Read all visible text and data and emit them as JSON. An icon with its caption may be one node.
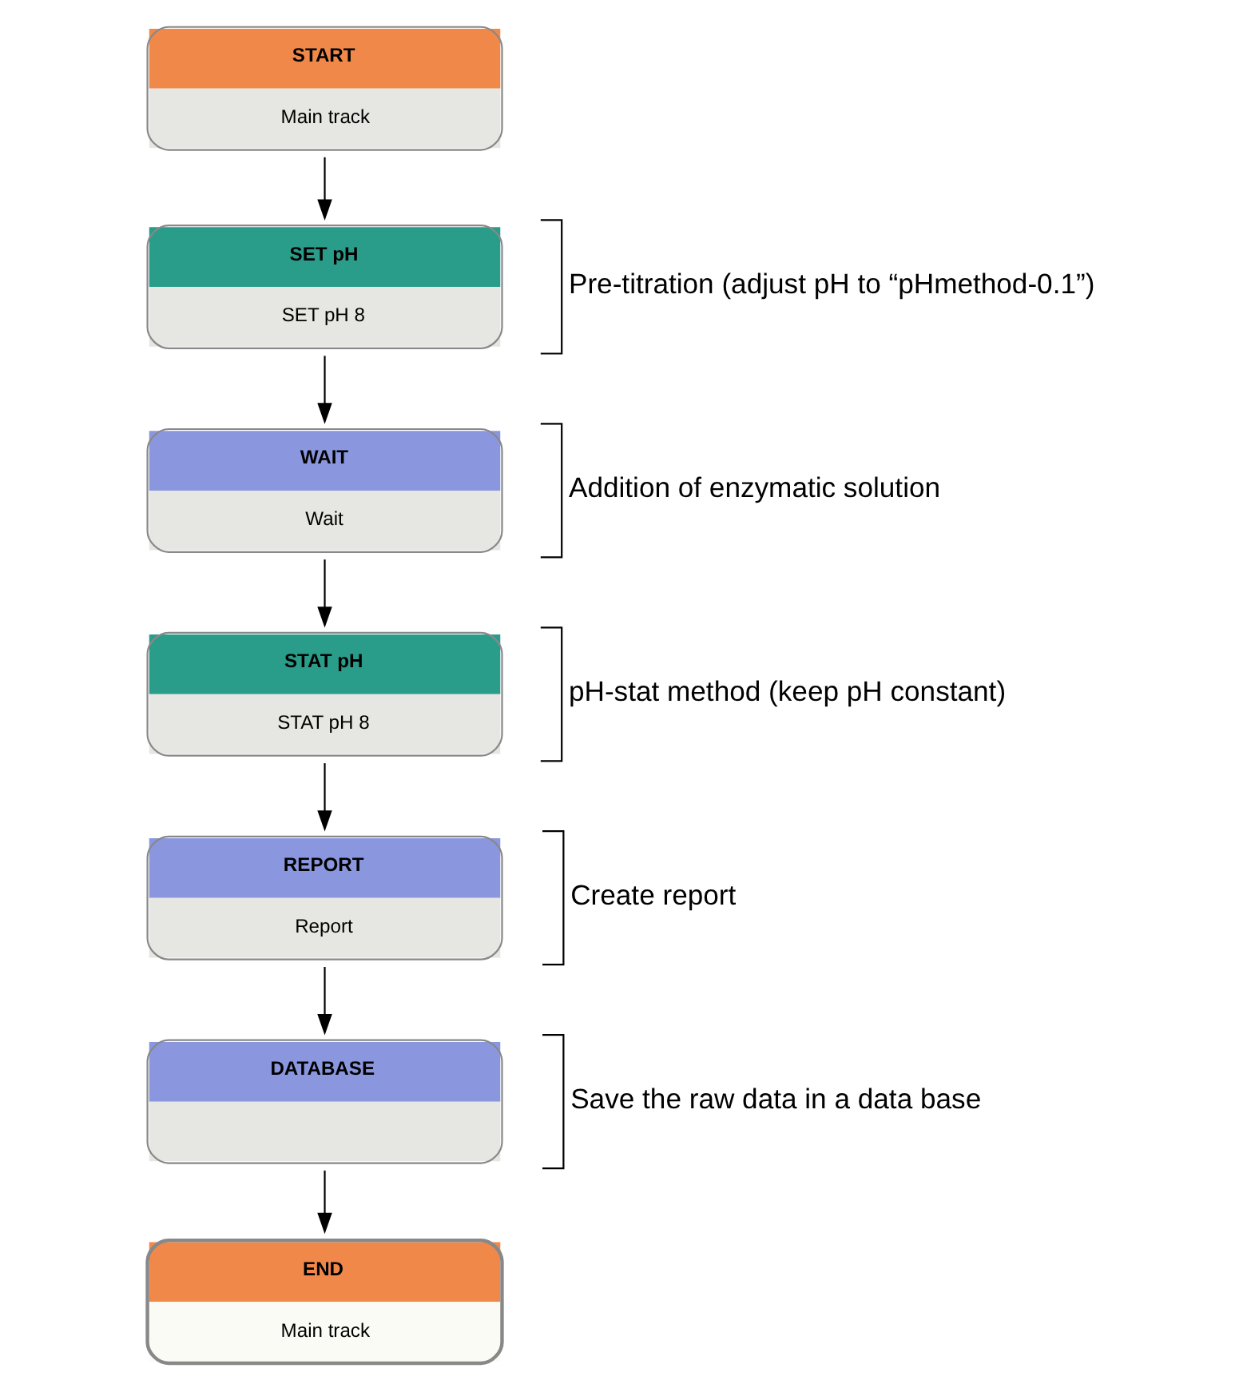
{
  "diagram": {
    "nodes": [
      {
        "text": [
          "START",
          "Main track"
        ]
      },
      {
        "text": [
          "SET pH",
          "SET pH 8"
        ],
        "beside": [
          "Pre-titration (adjust pH to “pHmethod-0.1”)"
        ]
      },
      {
        "text": [
          "WAIT",
          "Wait"
        ],
        "beside": [
          "Addition of enzymatic solution"
        ]
      },
      {
        "text": [
          "STAT pH",
          "STAT pH 8"
        ],
        "beside": [
          "pH-stat method (keep pH constant)"
        ]
      },
      {
        "text": [
          "REPORT",
          "Report"
        ],
        "beside": [
          "Create report"
        ]
      },
      {
        "text": [
          "DATABASE"
        ],
        "beside": [
          "Save the raw data in a data base"
        ]
      },
      {
        "text": [
          "END",
          "Main track"
        ]
      }
    ],
    "edges": [
      {
        "from": 0,
        "to": 1,
        "arrow": "to"
      },
      {
        "from": 1,
        "to": 2,
        "arrow": "to"
      },
      {
        "from": 2,
        "to": 3,
        "arrow": "to"
      },
      {
        "from": 3,
        "to": 4,
        "arrow": "to"
      },
      {
        "from": 4,
        "to": 5,
        "arrow": "to"
      },
      {
        "from": 5,
        "to": 6,
        "arrow": "to"
      }
    ]
  }
}
